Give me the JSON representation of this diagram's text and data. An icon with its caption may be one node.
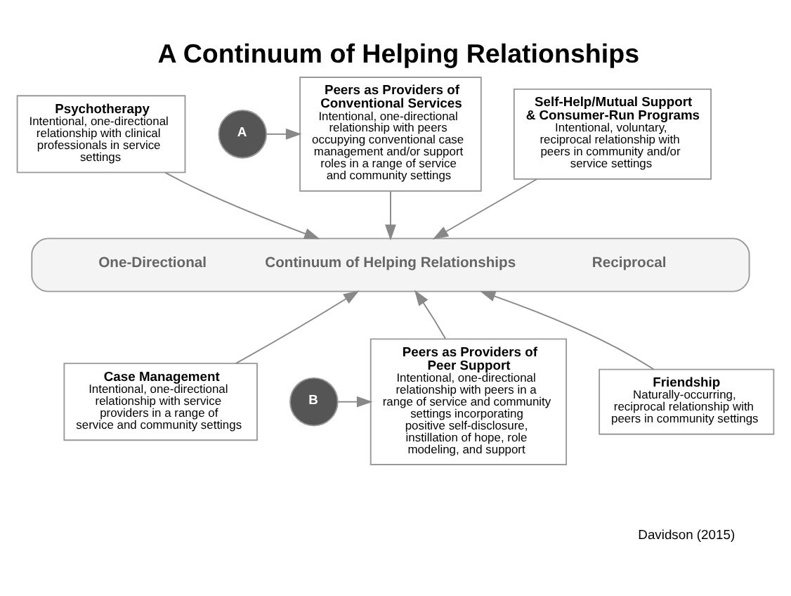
{
  "diagram": {
    "title": "A Continuum of Helping Relationships",
    "caption": "Davidson (2015)",
    "nodes": [
      {
        "text": [
          "Psychotherapy",
          "Intentional, one-directional relationship with clinical professionals in service settings"
        ]
      },
      {
        "text": [
          "Peers as Providers of Conventional Services",
          "Intentional, one-directional relationship with peers occupying conventional case management and/or support roles in a range of service and community settings"
        ]
      },
      {
        "text": [
          "A"
        ]
      },
      {
        "text": [
          "Self-Help/Mutual Support & Consumer-Run Programs",
          "Intentional, voluntary, reciprocal relationship with peers in community and/or service settings"
        ]
      },
      {
        "text": [
          "One-Directional",
          "Continuum of Helping Relationships",
          "Reciprocal"
        ]
      },
      {
        "text": [
          "Case Management",
          "Intentional, one-directional relationship with service providers in a range of service and community settings"
        ]
      },
      {
        "text": [
          "B"
        ]
      },
      {
        "text": [
          "Peers as Providers of Peer Support",
          "Intentional, one-directional relationship with peers in a range of service and community settings incorporating positive self-disclosure, instillation of hope, role modeling, and support"
        ]
      },
      {
        "text": [
          "Friendship",
          "Naturally-occurring, reciprocal relationship with peers in community settings"
        ]
      }
    ],
    "edges": [
      {
        "from": 0,
        "to": 4,
        "arrow": "to"
      },
      {
        "from": 2,
        "to": 1,
        "arrow": "to"
      },
      {
        "from": 1,
        "to": 4,
        "arrow": "to"
      },
      {
        "from": 3,
        "to": 4,
        "arrow": "to"
      },
      {
        "from": 5,
        "to": 4,
        "arrow": "to"
      },
      {
        "from": 6,
        "to": 7,
        "arrow": "to"
      },
      {
        "from": 7,
        "to": 4,
        "arrow": "to"
      },
      {
        "from": 8,
        "to": 4,
        "arrow": "to"
      }
    ]
  }
}
